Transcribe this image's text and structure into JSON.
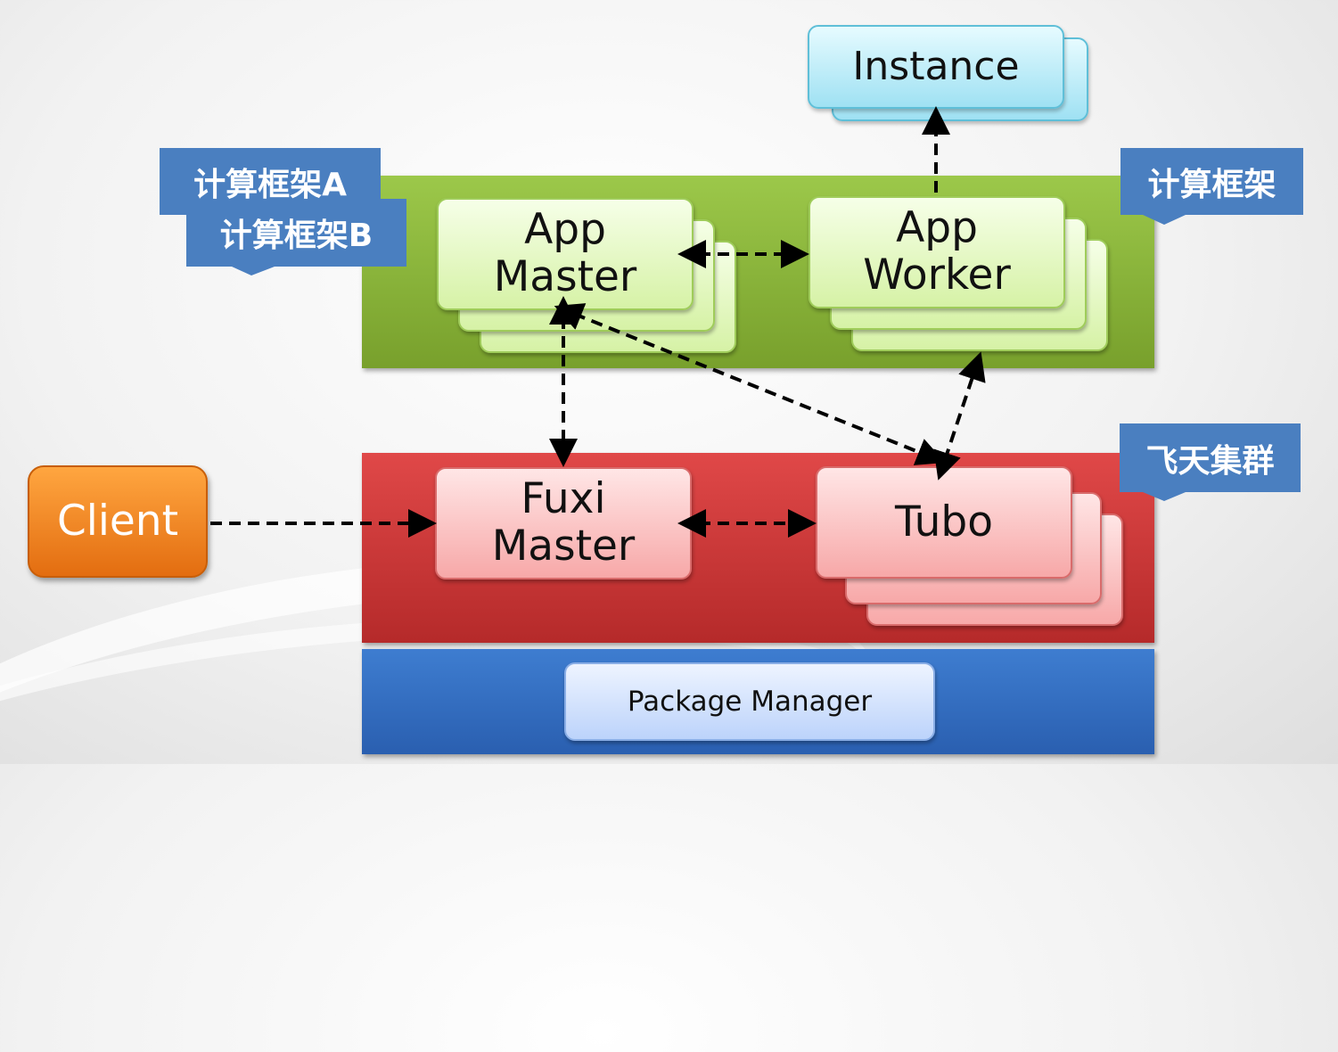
{
  "labels": {
    "framework_a": "计算框架A",
    "framework_b": "计算框架B",
    "framework": "计算框架",
    "cluster": "飞天集群"
  },
  "nodes": {
    "instance": "Instance",
    "app_master_line1": "App",
    "app_master_line2": "Master",
    "app_worker_line1": "App",
    "app_worker_line2": "Worker",
    "fuxi_master_line1": "Fuxi",
    "fuxi_master_line2": "Master",
    "tubo": "Tubo",
    "client": "Client",
    "package_manager": "Package Manager"
  },
  "colors": {
    "framework_band": "#8ab43a",
    "cluster_band": "#c93838",
    "package_band": "#3366b8",
    "label_bg": "#4a7fc0",
    "client": "#f58a1f"
  }
}
